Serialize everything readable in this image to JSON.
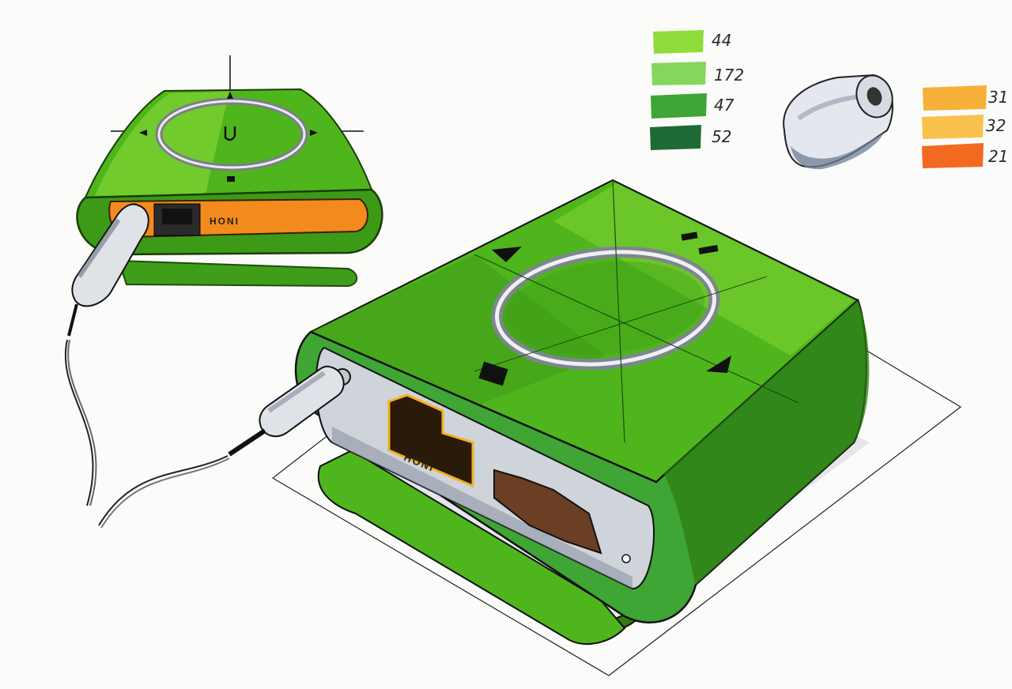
{
  "swatches": {
    "green": [
      {
        "code": "44",
        "color": "#8fdc3a"
      },
      {
        "code": "172",
        "color": "#84d65c"
      },
      {
        "code": "47",
        "color": "#3fa534"
      },
      {
        "code": "52",
        "color": "#1e6b35"
      }
    ],
    "orange": [
      {
        "code": "31",
        "color": "#f7b03a"
      },
      {
        "code": "32",
        "color": "#f9c24d"
      },
      {
        "code": "21",
        "color": "#f26a1f"
      }
    ]
  },
  "branding": {
    "small_device_label": "HONI",
    "large_device_label": "HONI"
  },
  "colors": {
    "body_green": "#4fb51c",
    "body_green_dark": "#2f7d12",
    "body_green_light": "#8fdc3a",
    "chrome": "#cfd3da",
    "port_orange": "#f28a1e",
    "card_slot": "#6a3f24"
  },
  "icons": [
    "play-icon",
    "pause-icon",
    "stop-icon",
    "earbud-icon",
    "audio-jack-icon"
  ]
}
